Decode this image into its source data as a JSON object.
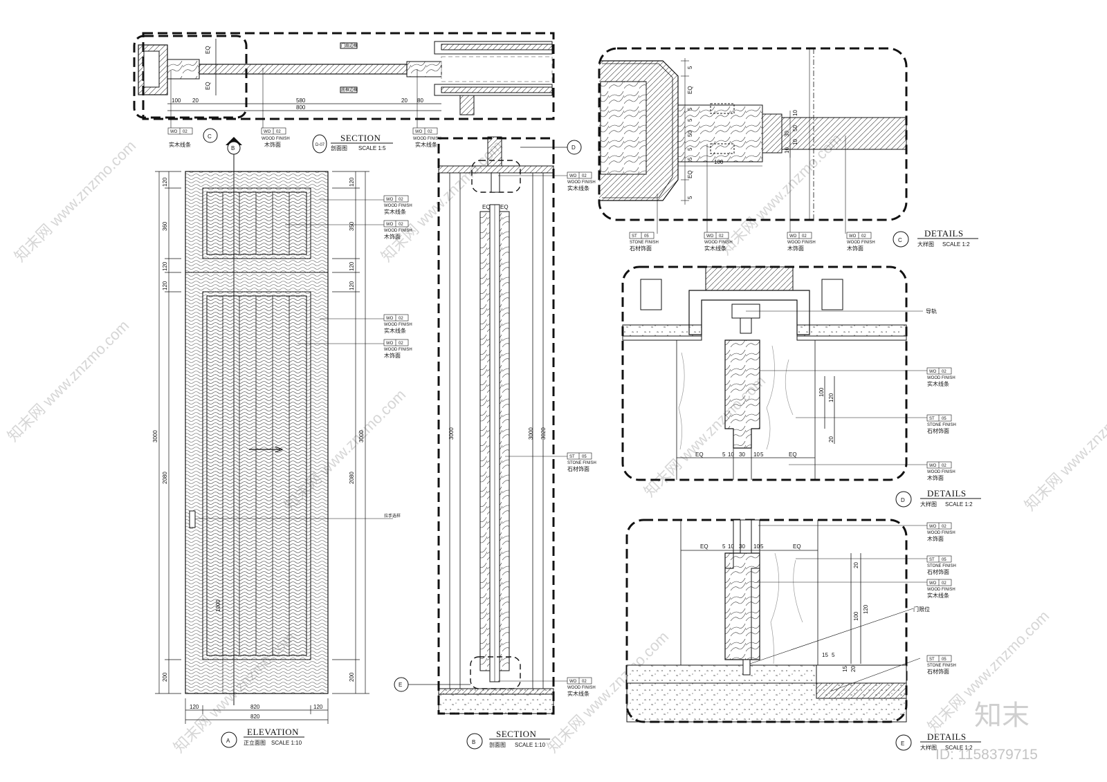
{
  "section_top": {
    "ref": "D-07",
    "title": "SECTION",
    "subtitle": "剖面图",
    "scale": "SCALE 1:5",
    "dims": [
      "EQ",
      "EQ",
      "100",
      "20",
      "580",
      "800",
      "20",
      "80"
    ],
    "notes": [
      "门扇边框",
      "底框边框"
    ],
    "tags": [
      {
        "code": "WO",
        "num": "02",
        "label": "实木线条"
      },
      {
        "code": "WO",
        "num": "02",
        "spec": "WOOD FINISH",
        "label": "木饰面"
      },
      {
        "code": "WO",
        "num": "02",
        "spec": "WOOD FINISH",
        "label": "实木线条"
      }
    ]
  },
  "markers": {
    "c": "C",
    "b": "B",
    "d": "D",
    "e": "E"
  },
  "elevation": {
    "letter": "A",
    "title": "ELEVATION",
    "subtitle": "正立面图",
    "scale": "SCALE 1:10",
    "dims_left": [
      "120",
      "360",
      "120",
      "120",
      "3000",
      "2080",
      "1000",
      "200"
    ],
    "dims_right": [
      "120",
      "350",
      "120",
      "120",
      "3000",
      "2080",
      "200"
    ],
    "dims_bottom": [
      "120",
      "820",
      "120",
      "820"
    ],
    "handle_note": "拉手选样",
    "tags": [
      {
        "code": "WO",
        "num": "02",
        "spec": "WOOD FINISH",
        "label": "实木线条"
      },
      {
        "code": "WO",
        "num": "02",
        "spec": "WOOD FINISH",
        "label": "木饰面"
      },
      {
        "code": "WO",
        "num": "02",
        "spec": "WOOD FINISH",
        "label": "实木线条"
      },
      {
        "code": "WO",
        "num": "02",
        "spec": "WOOD FINISH",
        "label": "木饰面"
      }
    ]
  },
  "section_b": {
    "letter": "B",
    "title": "SECTION",
    "subtitle": "剖面图",
    "scale": "SCALE 1:10",
    "dims": [
      "EQ",
      "EQ",
      "3000",
      "3000",
      "3020"
    ],
    "tags": [
      {
        "code": "WO",
        "num": "02",
        "spec": "WOOD FINISH",
        "label": "实木线条"
      },
      {
        "code": "ST",
        "num": "05",
        "spec": "STONE FINISH",
        "label": "石材饰面"
      },
      {
        "code": "WO",
        "num": "02",
        "spec": "WOOD FINISH",
        "label": "实木线条"
      }
    ]
  },
  "details_c": {
    "letter": "C",
    "title": "DETAILS",
    "subtitle": "大样图",
    "scale": "SCALE 1:2",
    "dims": [
      "5",
      "EQ",
      "5",
      "5",
      "50",
      "5",
      "5",
      "EQ",
      "5",
      "100",
      "10",
      "50",
      "10",
      "30",
      "10"
    ],
    "tags": [
      {
        "code": "ST",
        "num": "05",
        "spec": "STONE FINISH",
        "label": "石材饰面"
      },
      {
        "code": "WO",
        "num": "02",
        "spec": "WOOD FINISH",
        "label": "实木线条"
      },
      {
        "code": "WO",
        "num": "02",
        "spec": "WOOD FINISH",
        "label": "木饰面"
      },
      {
        "code": "WO",
        "num": "02",
        "spec": "WOOD FINISH",
        "label": "木饰面"
      }
    ]
  },
  "details_d": {
    "letter": "D",
    "title": "DETAILS",
    "subtitle": "大样图",
    "scale": "SCALE 1:2",
    "rail_note": "导轨",
    "dims": [
      "100",
      "120",
      "20",
      "EQ",
      "5",
      "10",
      "30",
      "10",
      "5",
      "EQ"
    ],
    "tags": [
      {
        "code": "WO",
        "num": "02",
        "spec": "WOOD FINISH",
        "label": "实木线条"
      },
      {
        "code": "ST",
        "num": "05",
        "spec": "STONE FINISH",
        "label": "石材饰面"
      },
      {
        "code": "WO",
        "num": "02",
        "spec": "WOOD FINISH",
        "label": "木饰面"
      }
    ]
  },
  "details_e": {
    "letter": "E",
    "title": "DETAILS",
    "subtitle": "大样图",
    "scale": "SCALE 1:2",
    "stop_note": "门限位",
    "dims": [
      "EQ",
      "5",
      "10",
      "30",
      "10",
      "5",
      "EQ",
      "20",
      "100",
      "120",
      "15",
      "5",
      "15",
      "20"
    ],
    "tags": [
      {
        "code": "WO",
        "num": "02",
        "spec": "WOOD FINISH",
        "label": "木饰面"
      },
      {
        "code": "ST",
        "num": "05",
        "spec": "STONE FINISH",
        "label": "石材饰面"
      },
      {
        "code": "WO",
        "num": "02",
        "spec": "WOOD FINISH",
        "label": "实木线条"
      },
      {
        "code": "ST",
        "num": "05",
        "spec": "STONE FINISH",
        "label": "石材饰面"
      }
    ]
  },
  "watermark": {
    "site": "知末网 www.znzmo.com",
    "brand": "知末",
    "id": "ID: 1158379715"
  }
}
